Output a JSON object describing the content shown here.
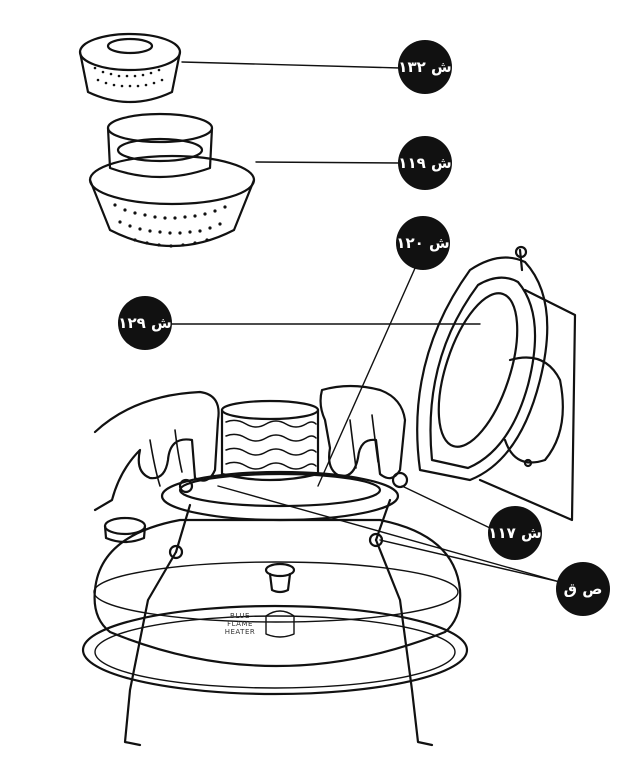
{
  "callouts": [
    {
      "id": "c132",
      "label": "ش ۱۳۲"
    },
    {
      "id": "c119",
      "label": "ش ۱۱۹"
    },
    {
      "id": "c120",
      "label": "ش ۱۲۰"
    },
    {
      "id": "c129",
      "label": "ش ۱۲۹"
    },
    {
      "id": "c117",
      "label": "ش ۱۱۷"
    },
    {
      "id": "csq",
      "label": "ص ق"
    }
  ],
  "heater_plate": {
    "line1": "BLUE",
    "line2": "FLAME",
    "line3": "HEATER"
  },
  "colors": {
    "ink": "#111111",
    "paper": "#ffffff",
    "callout_text": "#ffffff"
  }
}
